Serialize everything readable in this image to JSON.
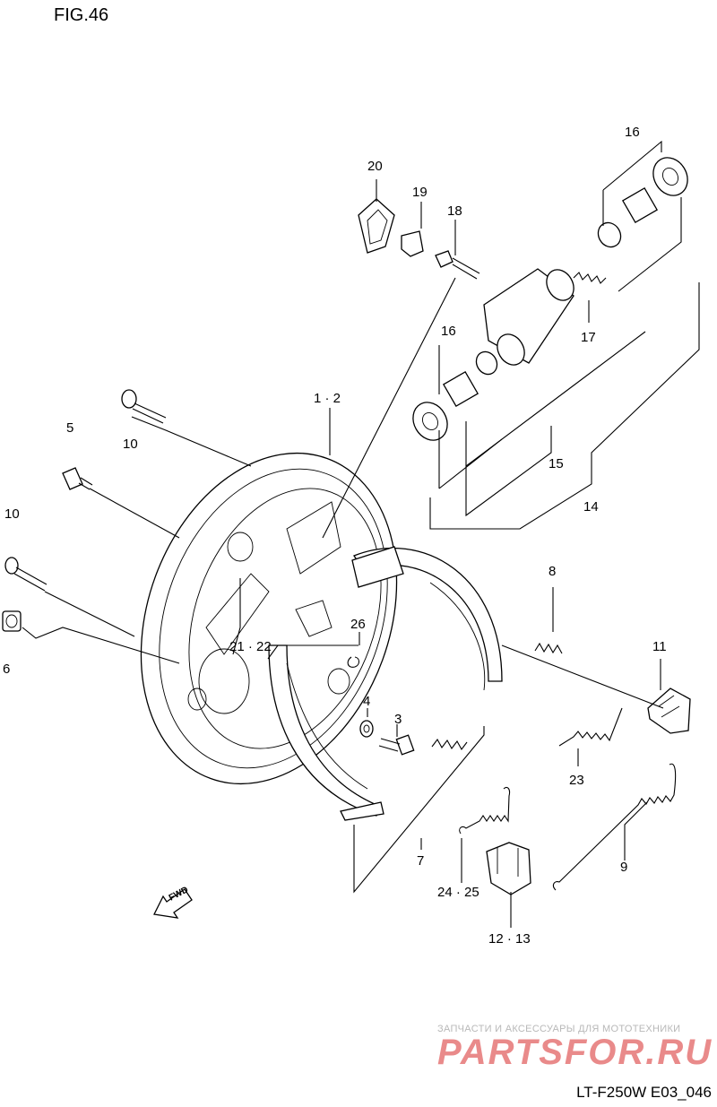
{
  "figure": {
    "title": "FIG.46",
    "code": "LT-F250W E03_046"
  },
  "watermark": {
    "tagline": "ЗАПЧАСТИ И АКСЕССУАРЫ ДЛЯ МОТОТЕХНИКИ",
    "brand": "PARTSFOR.RU"
  },
  "direction_marker": "FWD",
  "callouts": {
    "c1_2": "1 · 2",
    "c3": "3",
    "c4": "4",
    "c5": "5",
    "c6": "6",
    "c7": "7",
    "c8": "8",
    "c9": "9",
    "c10a": "10",
    "c10b": "10",
    "c11": "11",
    "c12_13": "12 · 13",
    "c14": "14",
    "c15": "15",
    "c16a": "16",
    "c16b": "16",
    "c17": "17",
    "c18": "18",
    "c19": "19",
    "c20": "20",
    "c21_22": "21 · 22",
    "c23": "23",
    "c24_25": "24 · 25",
    "c26": "26"
  }
}
